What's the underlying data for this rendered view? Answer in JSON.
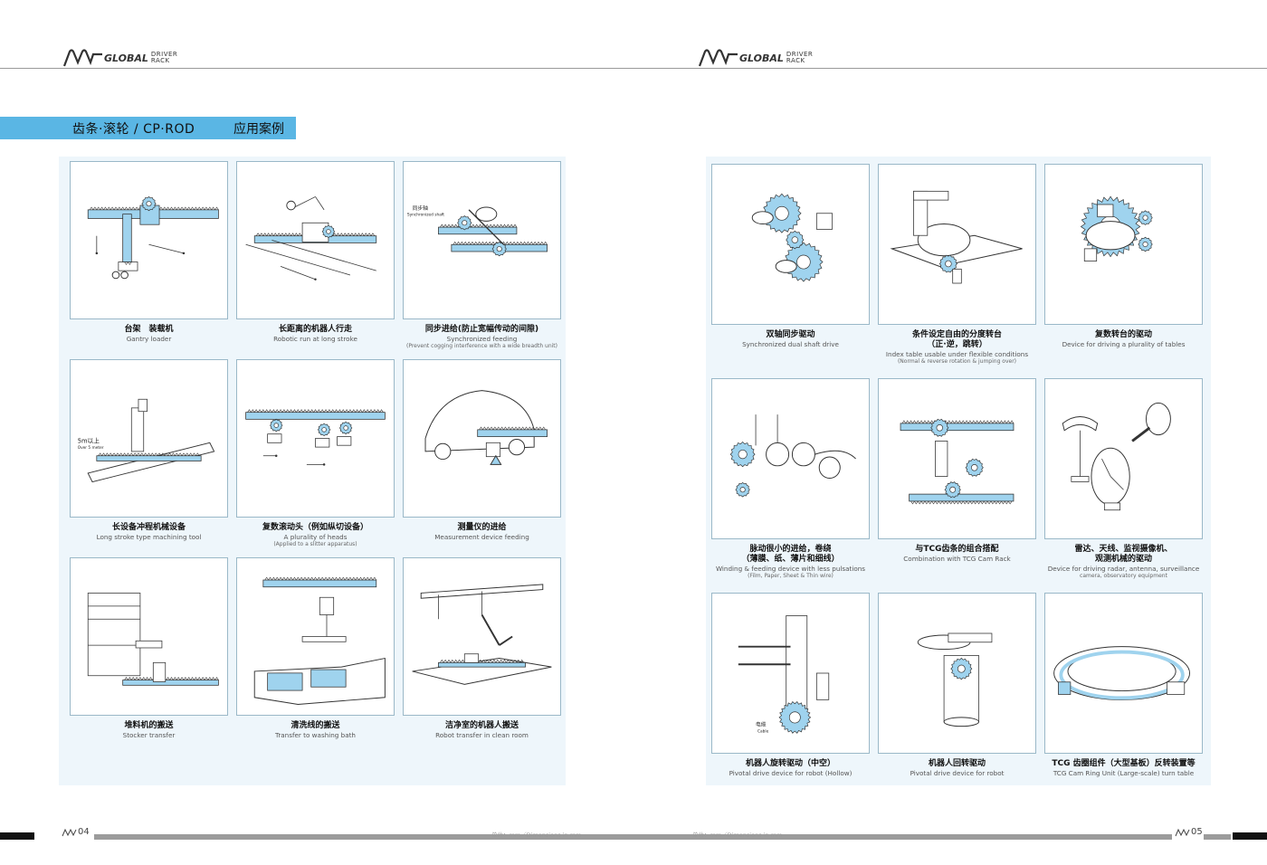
{
  "brand": {
    "name": "GLOBAL",
    "sub_1": "DRIVER",
    "sub_2": "RACK"
  },
  "section": {
    "title": "齿条·滚轮 / CP·ROD",
    "subtitle": "应用案例"
  },
  "footer": {
    "left_page": "04",
    "right_page": "05",
    "unit_note": "单位：mm／Dimensions in mm"
  },
  "left_cases": [
    {
      "zh": "台架　装载机",
      "en": "Gantry loader",
      "en2": "",
      "icon": "gantry-loader-illustration"
    },
    {
      "zh": "长距离的机器人行走",
      "en": "Robotic run at long stroke",
      "en2": "",
      "icon": "robot-long-stroke-illustration"
    },
    {
      "zh": "同步进给(防止宽幅传动的间隙)",
      "en": "Synchronized feeding",
      "en2": "(Prevent cogging interference with a wide breadth unit)",
      "icon": "synchronized-feeding-illustration",
      "label_zh": "同步轴",
      "label_en": "Synchronized shaft"
    },
    {
      "zh": "长设备冲程机械设备",
      "en": "Long stroke type machining tool",
      "en2": "",
      "icon": "long-stroke-machine-illustration",
      "label_zh": "5m以上",
      "label_en": "Over 5 meter"
    },
    {
      "zh": "复数滚动头（例如纵切设备）",
      "en": "A plurality of heads",
      "en2": "(Applied to a slitter apparatus)",
      "icon": "plurality-heads-illustration"
    },
    {
      "zh": "测量仪的进给",
      "en": "Measurement device feeding",
      "en2": "",
      "icon": "measurement-device-illustration"
    },
    {
      "zh": "堆料机的搬送",
      "en": "Stocker transfer",
      "en2": "",
      "icon": "stocker-transfer-illustration"
    },
    {
      "zh": "清洗线的搬送",
      "en": "Transfer to washing bath",
      "en2": "",
      "icon": "washing-bath-illustration"
    },
    {
      "zh": "洁净室的机器人搬送",
      "en": "Robot transfer in clean room",
      "en2": "",
      "icon": "clean-room-robot-illustration"
    }
  ],
  "right_cases": [
    {
      "zh": "双轴同步驱动",
      "en": "Synchronized dual shaft drive",
      "zh2": "",
      "en2": "",
      "icon": "dual-shaft-illustration"
    },
    {
      "zh": "条件设定自由的分度转台",
      "zh2": "（正·逆，跳转）",
      "en": "Index table usable under flexible conditions",
      "en2": "(Normal & reverse rotation & jumping over)",
      "icon": "index-table-illustration"
    },
    {
      "zh": "复数转台的驱动",
      "zh2": "",
      "en": "Device for driving a plurality of tables",
      "en2": "",
      "icon": "plurality-tables-illustration"
    },
    {
      "zh": "脉动很小的进给，卷绕",
      "zh2": "（薄膜、纸、薄片和细线）",
      "en": "Winding & feeding device with less pulsations",
      "en2": "(Film, Paper, Sheet & Thin wire)",
      "icon": "winding-feeding-illustration"
    },
    {
      "zh": "与TCG齿条的组合搭配",
      "zh2": "",
      "en": "Combination with TCG Cam Rack",
      "en2": "",
      "icon": "tcg-cam-rack-illustration"
    },
    {
      "zh": "雷达、天线、监视摄像机、",
      "zh2": "观测机械的驱动",
      "en": "Device for driving radar, antenna, surveillance",
      "en2": "camera, observatory equipment",
      "icon": "radar-antenna-illustration"
    },
    {
      "zh": "机器人旋转驱动（中空）",
      "zh2": "",
      "en": "Pivotal drive device for robot (Hollow)",
      "en2": "",
      "icon": "robot-hollow-pivot-illustration",
      "label_zh": "电缆",
      "label_en": "Cable"
    },
    {
      "zh": "机器人回转驱动",
      "zh2": "",
      "en": "Pivotal drive device for robot",
      "en2": "",
      "icon": "robot-pivot-illustration"
    },
    {
      "zh": "TCG 齿圈组件（大型基板）反转装置等",
      "zh2": "",
      "en": "TCG Cam Ring Unit (Large-scale) turn table",
      "en2": "",
      "icon": "cam-ring-unit-illustration"
    }
  ],
  "colors": {
    "accent_bar": "#5ab6e4",
    "panel": "#eef6fb",
    "rack_blue": "#9fd3ee",
    "line": "#333333"
  }
}
